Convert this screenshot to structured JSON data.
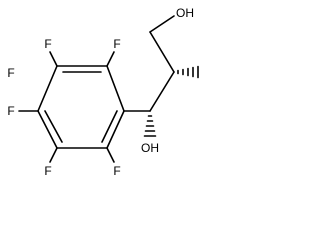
{
  "molecule": {
    "atoms": {
      "f_top_left": "F",
      "f_top_right": "F",
      "f_mid_left": "F",
      "f_low_left": "F",
      "f_bottom_left": "F",
      "f_bottom_right": "F",
      "oh_top": "OH",
      "oh_bottom": "OH"
    }
  }
}
